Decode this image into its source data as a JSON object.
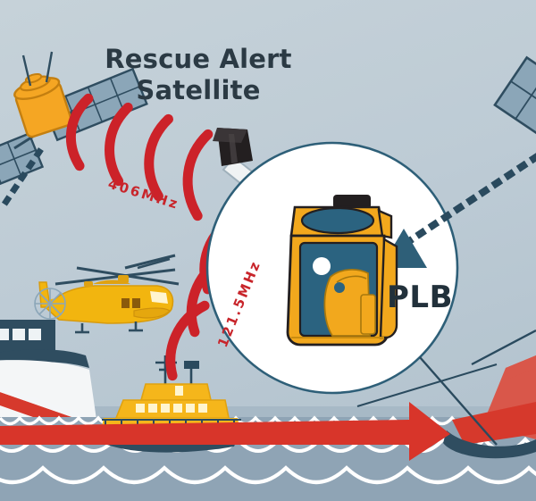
{
  "scene": {
    "title_line1": "Rescue Alert",
    "title_line2": "Satellite",
    "device_label": "PLB",
    "frequency_primary": "406MHz",
    "frequency_secondary": "121.5MHz"
  },
  "colors": {
    "background_top": "#c3d0d8",
    "background_bottom": "#b7c6d0",
    "sky": "#bfcdd6",
    "water": "#8fa4b5",
    "water_far": "#9fb2c0",
    "wave_foam": "#ffffff",
    "signal_red": "#cc2229",
    "arrow_red": "#d8352a",
    "device_yellow": "#f2a81d",
    "device_yellow_dark": "#e09a12",
    "device_panel": "#2b6380",
    "device_outline": "#231f20",
    "teal_dark": "#2e5f78",
    "navy": "#2a4a5e",
    "hull_navy": "#2f4d60",
    "boat_yellow": "#f5b61b",
    "heli_yellow": "#f2b50f",
    "ship_white": "#f4f6f7",
    "sail_red": "#d9574a",
    "hull_red": "#d6392c",
    "satellite_panel": "#8ba6b8",
    "satellite_body": "#f5a623",
    "title_ink": "#2b3a44",
    "magnifier_fill": "#ffffff",
    "magnifier_stroke": "#2e5f78",
    "antenna_dark": "#231f20"
  },
  "elements": {
    "satellite_left": "rescue-satellite-left",
    "satellite_right": "rescue-satellite-right",
    "antenna": "plb-antenna",
    "helicopter": "rescue-helicopter",
    "lifeboat": "rescue-lifeboat",
    "ship": "rescue-ship",
    "capsized_sailboat": "capsized-sailboat",
    "direction_arrow": "direction-arrow",
    "magnifier": "plb-magnifier-circle"
  }
}
